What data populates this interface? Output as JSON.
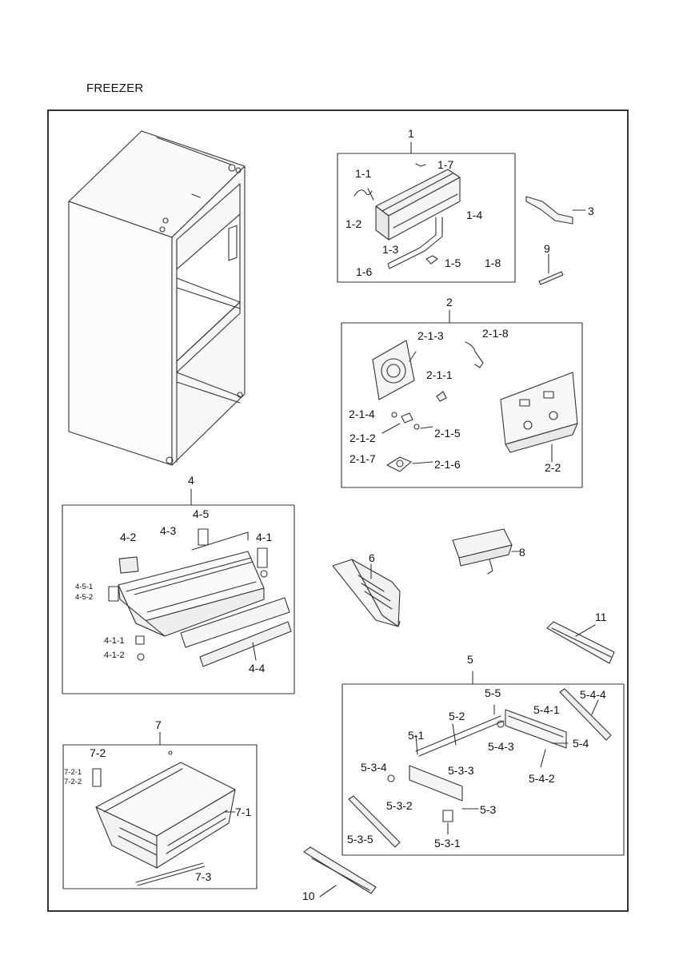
{
  "page": {
    "title": "FREEZER"
  },
  "callouts": {
    "g1": "1",
    "g1_1": "1-1",
    "g1_2": "1-2",
    "g1_3": "1-3",
    "g1_4": "1-4",
    "g1_5": "1-5",
    "g1_6": "1-6",
    "g1_7": "1-7",
    "g1_8": "1-8",
    "g2": "2",
    "g2_1_1": "2-1-1",
    "g2_1_2": "2-1-2",
    "g2_1_3": "2-1-3",
    "g2_1_4": "2-1-4",
    "g2_1_5": "2-1-5",
    "g2_1_6": "2-1-6",
    "g2_1_7": "2-1-7",
    "g2_1_8": "2-1-8",
    "g2_2": "2-2",
    "p3": "3",
    "p9": "9",
    "g4": "4",
    "g4_1": "4-1",
    "g4_1_1": "4-1-1",
    "g4_1_2": "4-1-2",
    "g4_2": "4-2",
    "g4_3": "4-3",
    "g4_4": "4-4",
    "g4_5": "4-5",
    "g4_5_1": "4-5-1",
    "g4_5_2": "4-5-2",
    "p6": "6",
    "p8": "8",
    "p11": "11",
    "g5": "5",
    "g5_1": "5-1",
    "g5_2": "5-2",
    "g5_3": "5-3",
    "g5_3_1": "5-3-1",
    "g5_3_2": "5-3-2",
    "g5_3_3": "5-3-3",
    "g5_3_4": "5-3-4",
    "g5_3_5": "5-3-5",
    "g5_4": "5-4",
    "g5_4_1": "5-4-1",
    "g5_4_2": "5-4-2",
    "g5_4_3": "5-4-3",
    "g5_4_4": "5-4-4",
    "g5_5": "5-5",
    "g7": "7",
    "g7_1": "7-1",
    "g7_2": "7-2",
    "g7_2_1": "7-2-1",
    "g7_2_2": "7-2-2",
    "g7_3": "7-3",
    "p10": "10"
  }
}
